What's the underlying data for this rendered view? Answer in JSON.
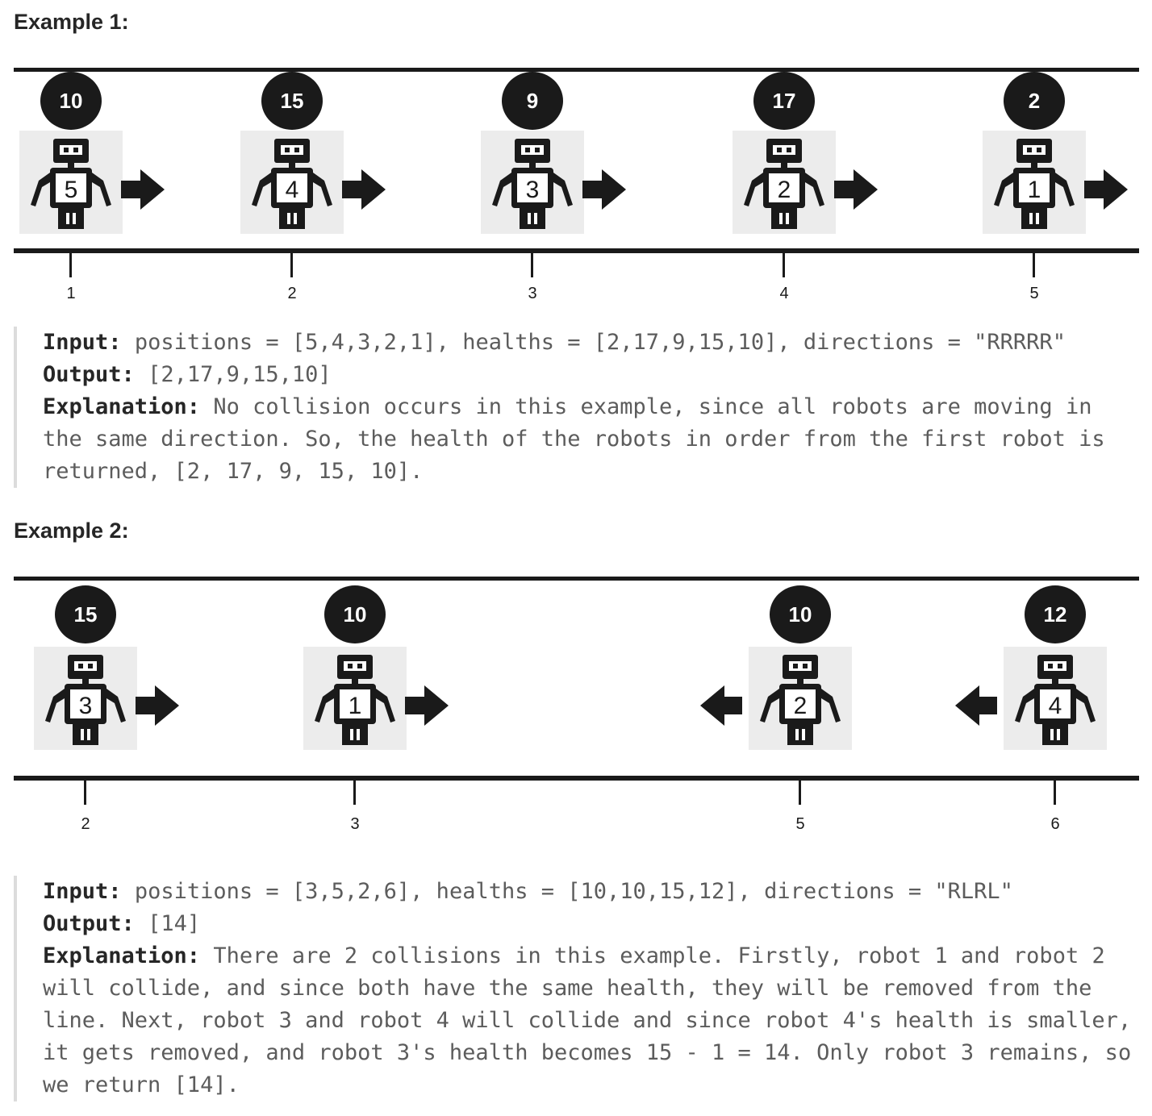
{
  "examples": [
    {
      "heading": "Example 1:",
      "robots": [
        {
          "health": "10",
          "label": "5",
          "direction": "R",
          "position": "1"
        },
        {
          "health": "15",
          "label": "4",
          "direction": "R",
          "position": "2"
        },
        {
          "health": "9",
          "label": "3",
          "direction": "R",
          "position": "3"
        },
        {
          "health": "17",
          "label": "2",
          "direction": "R",
          "position": "4"
        },
        {
          "health": "2",
          "label": "1",
          "direction": "R",
          "position": "5"
        }
      ],
      "input_label": "Input:",
      "input_value": "positions = [5,4,3,2,1], healths = [2,17,9,15,10], directions = \"RRRRR\"",
      "output_label": "Output:",
      "output_value": "[2,17,9,15,10]",
      "explanation_label": "Explanation:",
      "explanation_value": "No collision occurs in this example, since all robots are moving in the same direction. So, the health of the robots in order from the first robot is returned, [2, 17, 9, 15, 10]."
    },
    {
      "heading": "Example 2:",
      "robots": [
        {
          "health": "15",
          "label": "3",
          "direction": "R",
          "position": "2"
        },
        {
          "health": "10",
          "label": "1",
          "direction": "R",
          "position": "3"
        },
        {
          "health": "10",
          "label": "2",
          "direction": "L",
          "position": "5"
        },
        {
          "health": "12",
          "label": "4",
          "direction": "L",
          "position": "6"
        }
      ],
      "input_label": "Input:",
      "input_value": "positions = [3,5,2,6], healths = [10,10,15,12], directions = \"RLRL\"",
      "output_label": "Output:",
      "output_value": "[14]",
      "explanation_label": "Explanation:",
      "explanation_value": "There are 2 collisions in this example. Firstly, robot 1 and robot 2 will collide, and since both have the same health, they will be removed from the line. Next, robot 3 and robot 4 will collide and since robot 4's health is smaller, it gets removed, and robot 3's health becomes 15 - 1 = 14. Only robot 3 remains, so we return [14]."
    }
  ],
  "colors": {
    "ink": "#1a1a1a",
    "robot_bg": "#ececec",
    "text": "#262626",
    "code_text": "#5c5c5c",
    "border": "#dcdcdc"
  }
}
